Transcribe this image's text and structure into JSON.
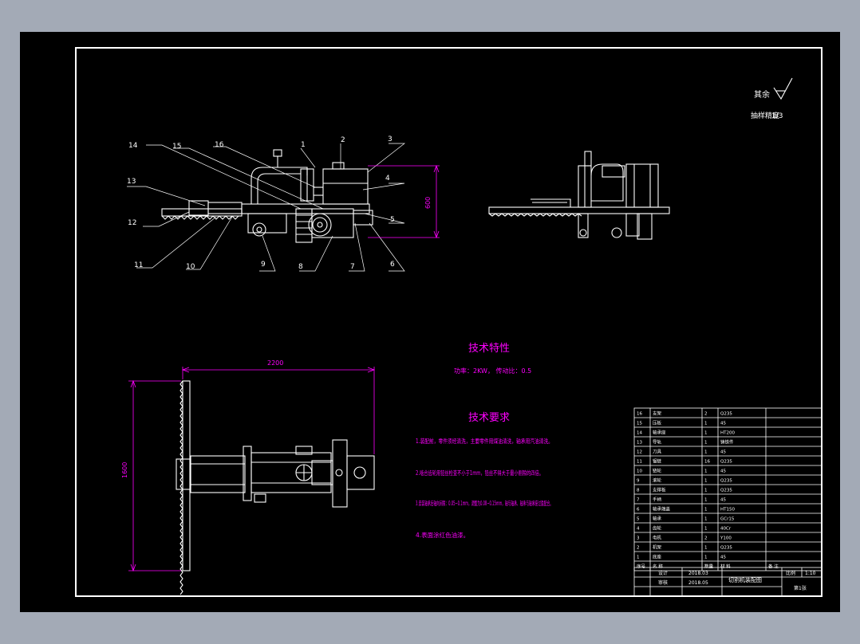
{
  "colors": {
    "background": "#a3aab6",
    "canvas": "#000000",
    "line": "#ffffff",
    "annotation": "#ff00ff"
  },
  "roughness": {
    "label": "其余",
    "note": "抽样精度",
    "value": "1/3",
    "icon": "roughness-check-symbol"
  },
  "side_view": {
    "labels": [
      "1",
      "2",
      "3",
      "4",
      "5",
      "6",
      "7",
      "8",
      "9",
      "10",
      "11",
      "12",
      "13",
      "14",
      "15",
      "16"
    ],
    "dimension": "600"
  },
  "top_view": {
    "width_dim": "2200",
    "height_dim": "1600"
  },
  "characteristics": {
    "title": "技术特性",
    "line": "功率：2KW，  传动比：0.5"
  },
  "requirements": {
    "title": "技术要求",
    "items": [
      "1.装配前，零件须经清洗，主要零件用煤油清洗，轴承用汽油清洗。",
      "2.啮合齿轮用铅丝检查不小于1mm，铅丝不得大于最小侧隙的四倍。",
      "3.安装轴承后轴向间隙：0.05~0.1mm，调整为0.08~0.15mm，轴与轴承、轴承与轴承座过盈配合。",
      "4.表面涂红色油漆。"
    ]
  },
  "parts_table": {
    "rows": [
      [
        "16",
        "支架",
        "2",
        "Q235",
        ""
      ],
      [
        "15",
        "压板",
        "1",
        "45",
        ""
      ],
      [
        "14",
        "轴承座",
        "1",
        "HT200",
        ""
      ],
      [
        "13",
        "导轨",
        "1",
        "铸铁件",
        ""
      ],
      [
        "12",
        "刀具",
        "1",
        "45",
        ""
      ],
      [
        "11",
        "锯链",
        "16",
        "Q235",
        ""
      ],
      [
        "10",
        "链轮",
        "1",
        "45",
        ""
      ],
      [
        "9",
        "滚轮",
        "1",
        "Q235",
        ""
      ],
      [
        "8",
        "支撑板",
        "1",
        "Q235",
        ""
      ],
      [
        "7",
        "手柄",
        "1",
        "45",
        ""
      ],
      [
        "6",
        "轴承端盖",
        "1",
        "HT150",
        ""
      ],
      [
        "5",
        "轴承",
        "1",
        "GCr15",
        ""
      ],
      [
        "4",
        "齿轮",
        "1",
        "40Cr",
        ""
      ],
      [
        "3",
        "电机",
        "2",
        "Y100",
        ""
      ],
      [
        "2",
        "机架",
        "1",
        "Q235",
        ""
      ],
      [
        "1",
        "底座",
        "1",
        "45",
        ""
      ]
    ],
    "header": [
      "序号",
      "名 称",
      "数量",
      "材 料",
      "备 注"
    ]
  },
  "title_block": {
    "designer_label": "设计",
    "checker_label": "审核",
    "design_date": "2018.03",
    "check_date": "2018.05",
    "drawing_title": "切割机装配图",
    "scale_label": "比例",
    "scale_value": "1:10",
    "sheet_no": "第1张"
  }
}
